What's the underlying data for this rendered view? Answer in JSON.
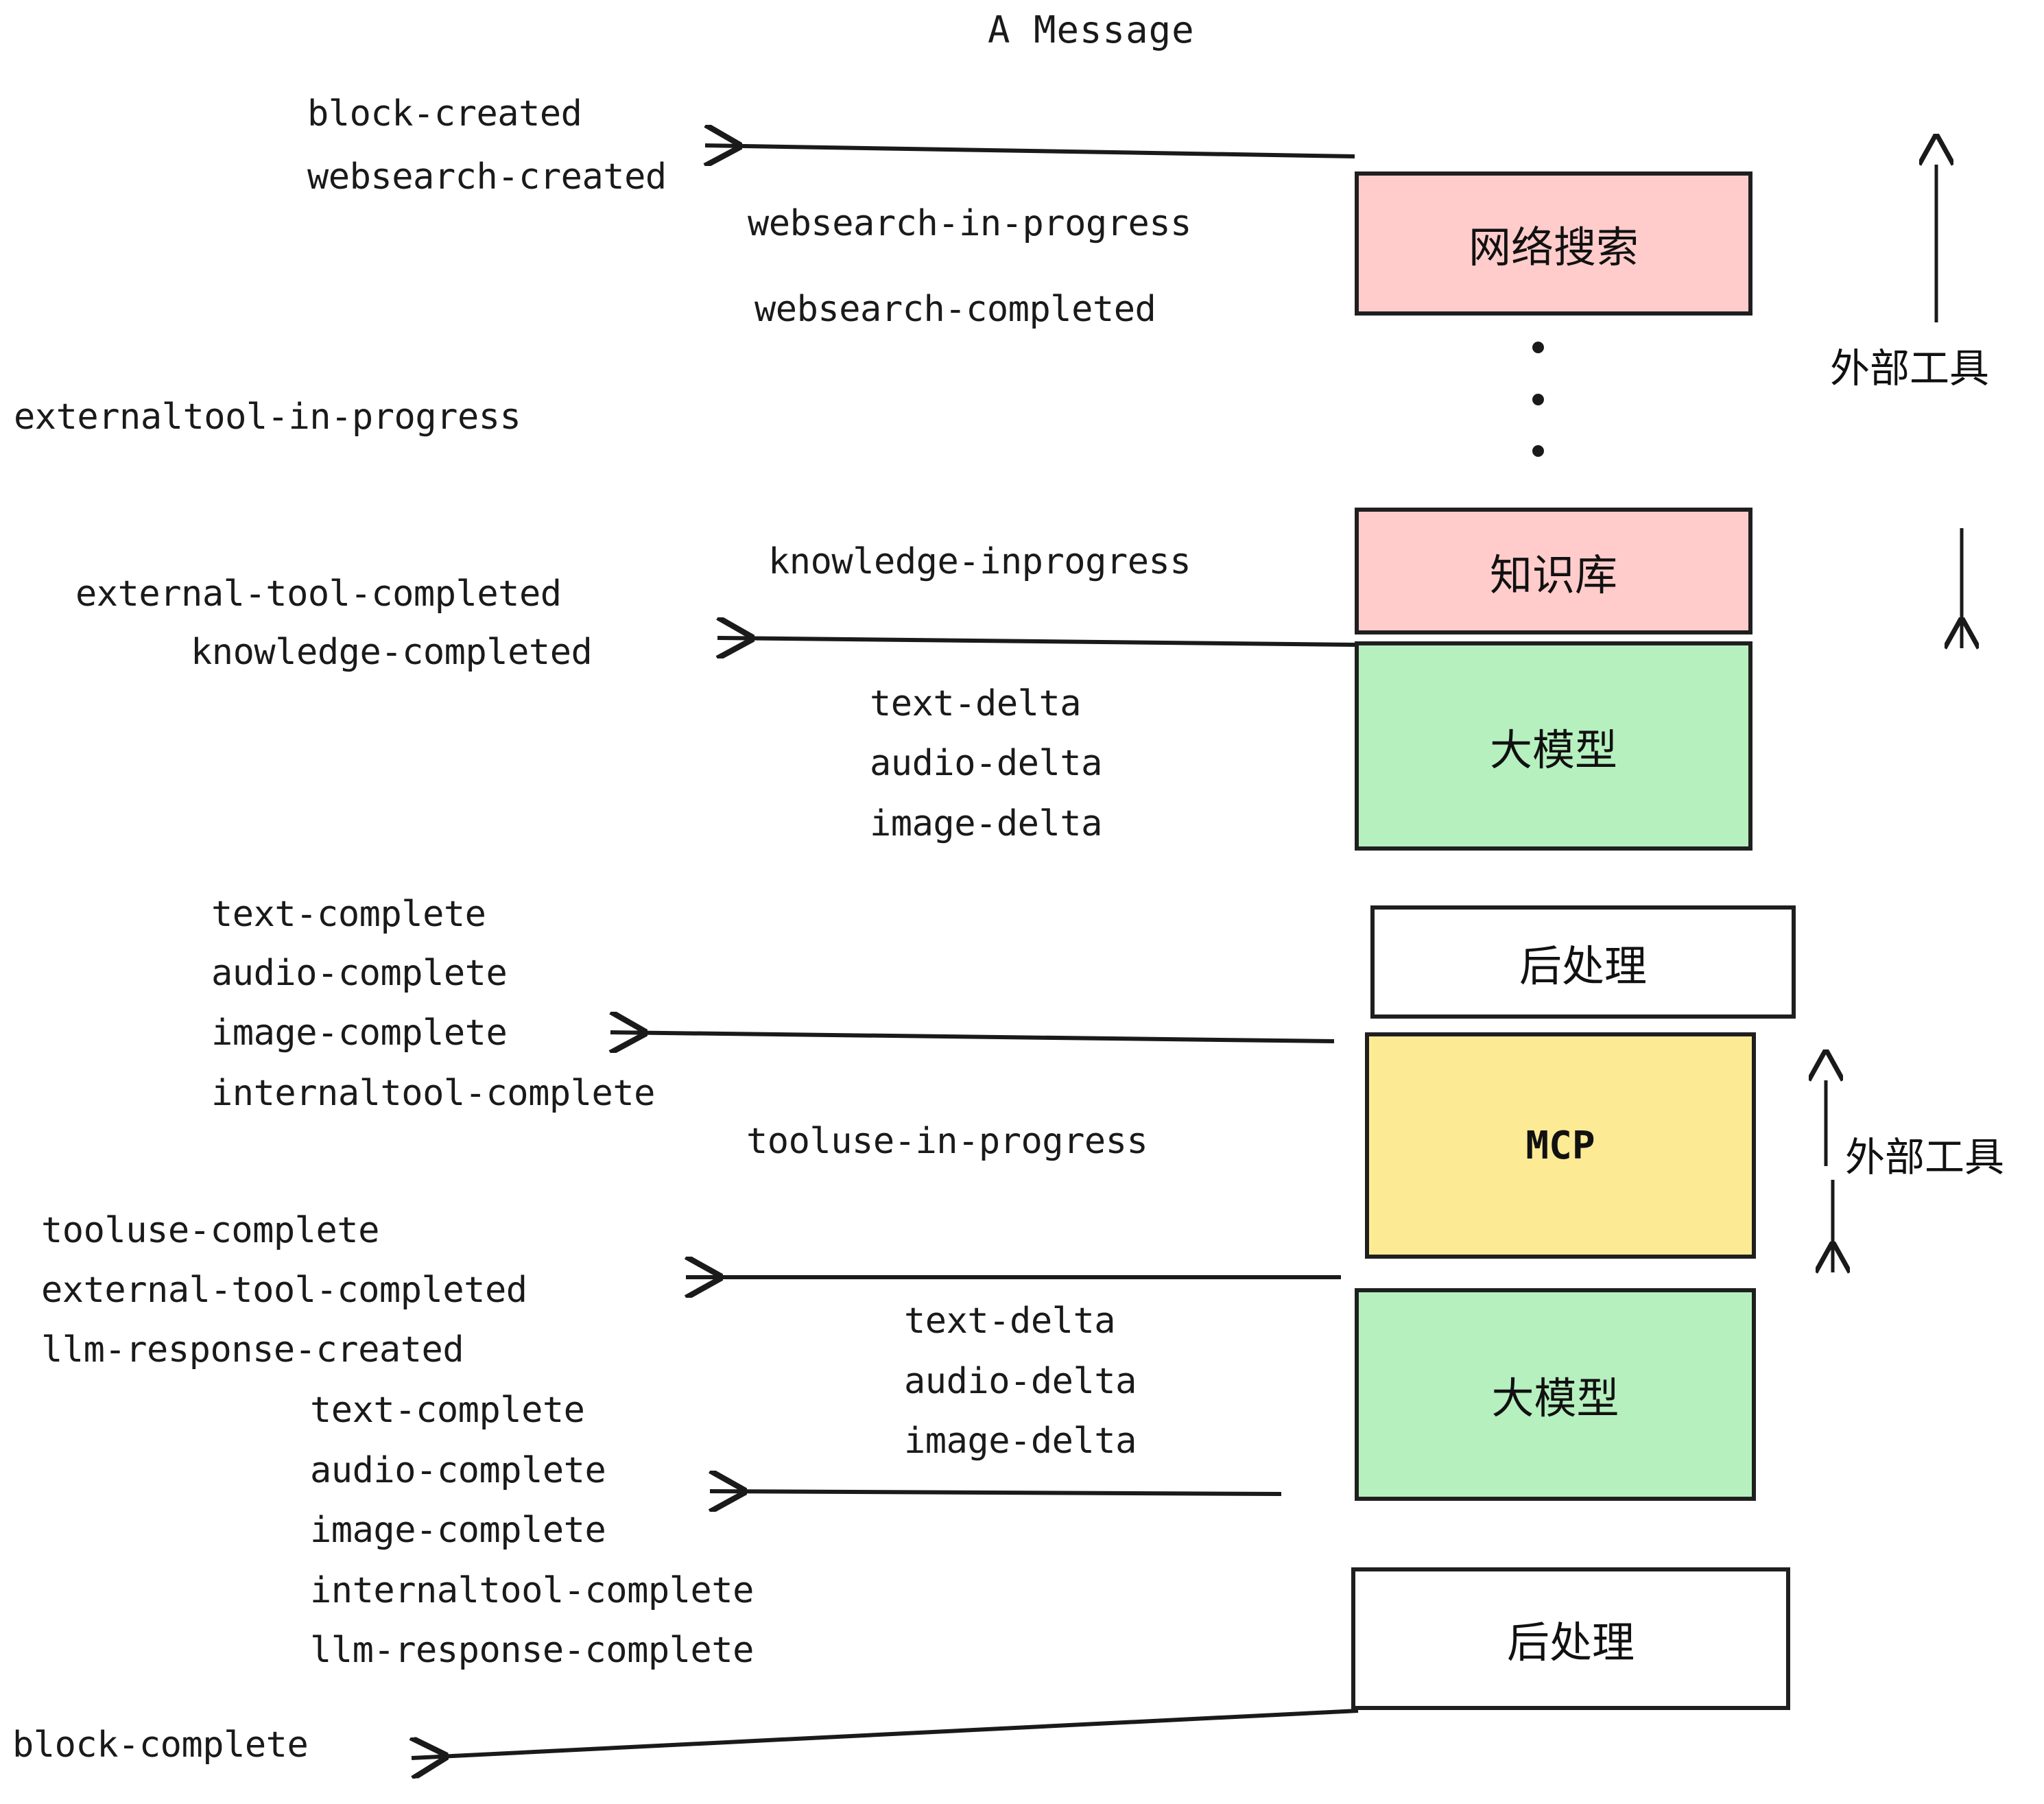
{
  "diagram": {
    "title": "A Message",
    "events": [
      {
        "id": "block-created",
        "text": "block-created"
      },
      {
        "id": "websearch-created",
        "text": "websearch-created"
      },
      {
        "id": "websearch-in-progress",
        "text": "websearch-in-progress"
      },
      {
        "id": "websearch-completed",
        "text": "websearch-completed"
      },
      {
        "id": "externaltool-in-progress",
        "text": "externaltool-in-progress"
      },
      {
        "id": "knowledge-inprogress",
        "text": "knowledge-inprogress"
      },
      {
        "id": "external-tool-completed-1",
        "text": "external-tool-completed"
      },
      {
        "id": "knowledge-completed",
        "text": "knowledge-completed"
      },
      {
        "id": "text-delta-1",
        "text": "text-delta"
      },
      {
        "id": "audio-delta-1",
        "text": "audio-delta"
      },
      {
        "id": "image-delta-1",
        "text": "image-delta"
      },
      {
        "id": "text-complete-1",
        "text": "text-complete"
      },
      {
        "id": "audio-complete-1",
        "text": "audio-complete"
      },
      {
        "id": "image-complete-1",
        "text": "image-complete"
      },
      {
        "id": "internaltool-complete-1",
        "text": "internaltool-complete"
      },
      {
        "id": "tooluse-in-progress",
        "text": "tooluse-in-progress"
      },
      {
        "id": "tooluse-complete",
        "text": "tooluse-complete"
      },
      {
        "id": "external-tool-completed-2",
        "text": "external-tool-completed"
      },
      {
        "id": "llm-response-created",
        "text": "llm-response-created"
      },
      {
        "id": "text-delta-2",
        "text": "text-delta"
      },
      {
        "id": "audio-delta-2",
        "text": "audio-delta"
      },
      {
        "id": "image-delta-2",
        "text": "image-delta"
      },
      {
        "id": "text-complete-2",
        "text": "text-complete"
      },
      {
        "id": "audio-complete-2",
        "text": "audio-complete"
      },
      {
        "id": "image-complete-2",
        "text": "image-complete"
      },
      {
        "id": "internaltool-complete-2",
        "text": "internaltool-complete"
      },
      {
        "id": "llm-response-complete",
        "text": "llm-response-complete"
      },
      {
        "id": "block-complete",
        "text": "block-complete"
      }
    ],
    "nodes": [
      {
        "id": "websearch",
        "label": "网络搜索",
        "color": "#FFCCCB"
      },
      {
        "id": "knowledge-base",
        "label": "知识库",
        "color": "#FFCCCB"
      },
      {
        "id": "llm-1",
        "label": "大模型",
        "color": "#B6F0BF"
      },
      {
        "id": "postprocess-1",
        "label": "后处理",
        "color": "#FFFFFF"
      },
      {
        "id": "mcp",
        "label": "MCP",
        "color": "#FCEA95"
      },
      {
        "id": "llm-2",
        "label": "大模型",
        "color": "#B6F0BF"
      },
      {
        "id": "postprocess-2",
        "label": "后处理",
        "color": "#FFFFFF"
      }
    ],
    "side_labels": [
      {
        "id": "external-tool-top",
        "text": "外部工具"
      },
      {
        "id": "external-tool-bottom",
        "text": "外部工具"
      }
    ],
    "ellipsis_label": "vertical-ellipsis"
  }
}
